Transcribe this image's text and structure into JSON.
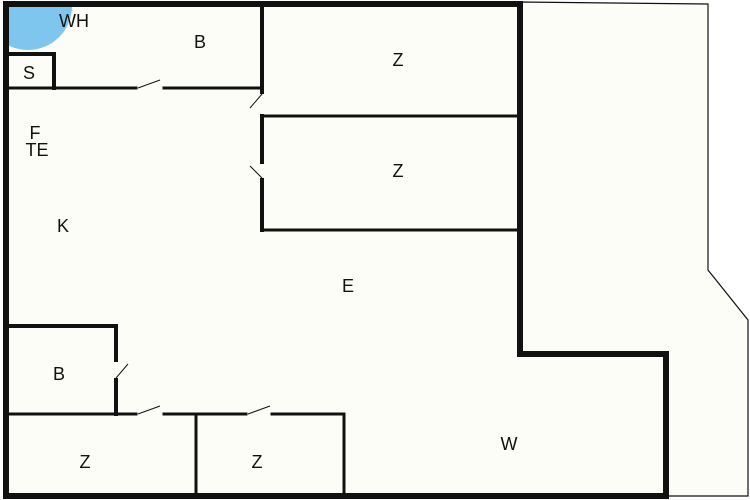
{
  "floorplan": {
    "colors": {
      "background": "#ffffff",
      "floor": "#fdfdf7",
      "wall": "#111111",
      "water_heater": "#7fc6ee"
    },
    "rooms": [
      {
        "id": "wh",
        "label": "WH"
      },
      {
        "id": "bath-top",
        "label": "B"
      },
      {
        "id": "shower",
        "label": "S"
      },
      {
        "id": "bedroom-top",
        "label": "Z"
      },
      {
        "id": "bedroom-mid",
        "label": "Z"
      },
      {
        "id": "freezer",
        "label": "F"
      },
      {
        "id": "dishwasher",
        "label": "TE"
      },
      {
        "id": "kitchen",
        "label": "K"
      },
      {
        "id": "dining",
        "label": "E"
      },
      {
        "id": "bath-bottom",
        "label": "B"
      },
      {
        "id": "bedroom-bottom-left",
        "label": "Z"
      },
      {
        "id": "bedroom-bottom-mid",
        "label": "Z"
      },
      {
        "id": "living",
        "label": "W"
      }
    ]
  }
}
